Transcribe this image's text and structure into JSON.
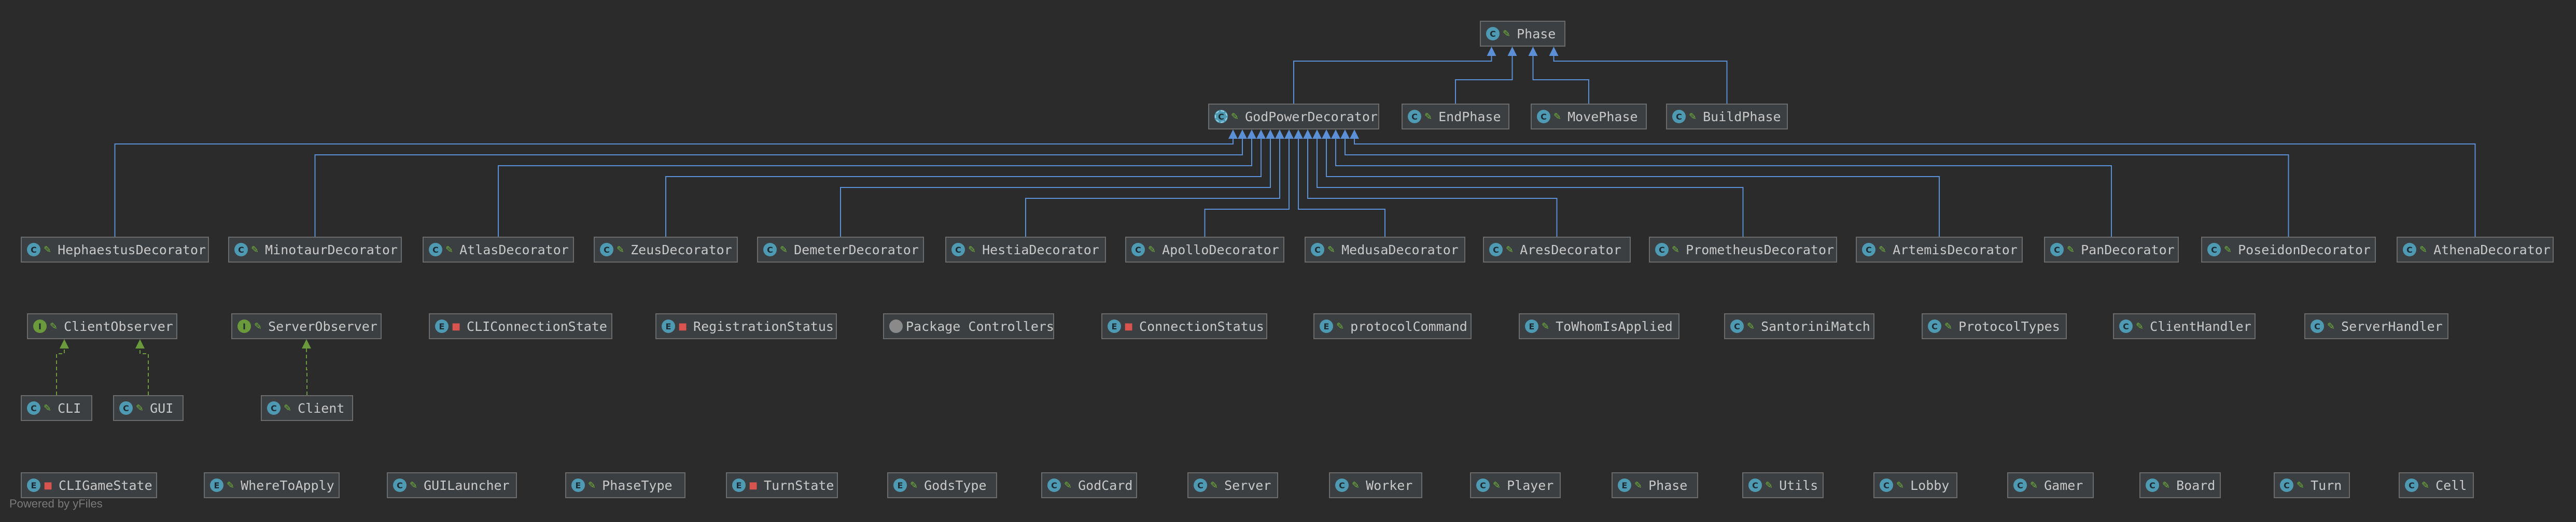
{
  "footer_text": "Powered by yFiles",
  "colors": {
    "inherit_edge": "#5b8fd6",
    "realize_edge": "#6a9a3b"
  },
  "nodes": [
    {
      "id": "Phase_top",
      "label": "Phase",
      "kind": "class",
      "vis": "pub"
    },
    {
      "id": "GodPowerDecorator",
      "label": "GodPowerDecorator",
      "kind": "abstract",
      "vis": "pub"
    },
    {
      "id": "EndPhase",
      "label": "EndPhase",
      "kind": "class",
      "vis": "pub"
    },
    {
      "id": "MovePhase",
      "label": "MovePhase",
      "kind": "class",
      "vis": "pub"
    },
    {
      "id": "BuildPhase",
      "label": "BuildPhase",
      "kind": "class",
      "vis": "pub"
    },
    {
      "id": "HephaestusDecorator",
      "label": "HephaestusDecorator",
      "kind": "class",
      "vis": "pub"
    },
    {
      "id": "MinotaurDecorator",
      "label": "MinotaurDecorator",
      "kind": "class",
      "vis": "pub"
    },
    {
      "id": "AtlasDecorator",
      "label": "AtlasDecorator",
      "kind": "class",
      "vis": "pub"
    },
    {
      "id": "ZeusDecorator",
      "label": "ZeusDecorator",
      "kind": "class",
      "vis": "pub"
    },
    {
      "id": "DemeterDecorator",
      "label": "DemeterDecorator",
      "kind": "class",
      "vis": "pub"
    },
    {
      "id": "HestiaDecorator",
      "label": "HestiaDecorator",
      "kind": "class",
      "vis": "pub"
    },
    {
      "id": "ApolloDecorator",
      "label": "ApolloDecorator",
      "kind": "class",
      "vis": "pub"
    },
    {
      "id": "MedusaDecorator",
      "label": "MedusaDecorator",
      "kind": "class",
      "vis": "pub"
    },
    {
      "id": "AresDecorator",
      "label": "AresDecorator",
      "kind": "class",
      "vis": "pub"
    },
    {
      "id": "PrometheusDecorator",
      "label": "PrometheusDecorator",
      "kind": "class",
      "vis": "pub"
    },
    {
      "id": "ArtemisDecorator",
      "label": "ArtemisDecorator",
      "kind": "class",
      "vis": "pub"
    },
    {
      "id": "PanDecorator",
      "label": "PanDecorator",
      "kind": "class",
      "vis": "pub"
    },
    {
      "id": "PoseidonDecorator",
      "label": "PoseidonDecorator",
      "kind": "class",
      "vis": "pub"
    },
    {
      "id": "AthenaDecorator",
      "label": "AthenaDecorator",
      "kind": "class",
      "vis": "pub"
    },
    {
      "id": "ClientObserver",
      "label": "ClientObserver",
      "kind": "interface",
      "vis": "pub"
    },
    {
      "id": "ServerObserver",
      "label": "ServerObserver",
      "kind": "interface",
      "vis": "pub"
    },
    {
      "id": "CLIConnectionState",
      "label": "CLIConnectionState",
      "kind": "enum",
      "vis": "priv"
    },
    {
      "id": "RegistrationStatus",
      "label": "RegistrationStatus",
      "kind": "enum",
      "vis": "priv"
    },
    {
      "id": "PackageControllers",
      "label": "Package Controllers",
      "kind": "package",
      "vis": "none"
    },
    {
      "id": "ConnectionStatus",
      "label": "ConnectionStatus",
      "kind": "enum",
      "vis": "priv"
    },
    {
      "id": "protocolCommand",
      "label": "protocolCommand",
      "kind": "enum",
      "vis": "pub"
    },
    {
      "id": "ToWhomIsApplied",
      "label": "ToWhomIsApplied",
      "kind": "enum",
      "vis": "pub"
    },
    {
      "id": "SantoriniMatch",
      "label": "SantoriniMatch",
      "kind": "class",
      "vis": "pub"
    },
    {
      "id": "ProtocolTypes",
      "label": "ProtocolTypes",
      "kind": "class",
      "vis": "pub"
    },
    {
      "id": "ClientHandler",
      "label": "ClientHandler",
      "kind": "class",
      "vis": "pub"
    },
    {
      "id": "ServerHandler",
      "label": "ServerHandler",
      "kind": "class",
      "vis": "pub"
    },
    {
      "id": "CLI",
      "label": "CLI",
      "kind": "class",
      "vis": "pub"
    },
    {
      "id": "GUI",
      "label": "GUI",
      "kind": "class",
      "vis": "pub"
    },
    {
      "id": "Client",
      "label": "Client",
      "kind": "class",
      "vis": "pub"
    },
    {
      "id": "CLIGameState",
      "label": "CLIGameState",
      "kind": "enum",
      "vis": "priv"
    },
    {
      "id": "WhereToApply",
      "label": "WhereToApply",
      "kind": "enum",
      "vis": "pub"
    },
    {
      "id": "GUILauncher",
      "label": "GUILauncher",
      "kind": "class",
      "vis": "pub"
    },
    {
      "id": "PhaseType",
      "label": "PhaseType",
      "kind": "enum",
      "vis": "pub"
    },
    {
      "id": "TurnState",
      "label": "TurnState",
      "kind": "enum",
      "vis": "priv"
    },
    {
      "id": "GodsType",
      "label": "GodsType",
      "kind": "enum",
      "vis": "pub"
    },
    {
      "id": "GodCard",
      "label": "GodCard",
      "kind": "class",
      "vis": "pub"
    },
    {
      "id": "Server",
      "label": "Server",
      "kind": "class",
      "vis": "pub"
    },
    {
      "id": "Worker",
      "label": "Worker",
      "kind": "class",
      "vis": "pub"
    },
    {
      "id": "Player",
      "label": "Player",
      "kind": "class",
      "vis": "pub"
    },
    {
      "id": "Phase_bottom",
      "label": "Phase",
      "kind": "enum",
      "vis": "pub"
    },
    {
      "id": "Utils",
      "label": "Utils",
      "kind": "class",
      "vis": "pub"
    },
    {
      "id": "Lobby",
      "label": "Lobby",
      "kind": "class",
      "vis": "pub"
    },
    {
      "id": "Gamer",
      "label": "Gamer",
      "kind": "class",
      "vis": "pub"
    },
    {
      "id": "Board",
      "label": "Board",
      "kind": "class",
      "vis": "pub"
    },
    {
      "id": "Turn",
      "label": "Turn",
      "kind": "class",
      "vis": "pub"
    },
    {
      "id": "Cell",
      "label": "Cell",
      "kind": "class",
      "vis": "pub"
    }
  ],
  "edges": [
    {
      "from": "GodPowerDecorator",
      "to": "Phase_top",
      "type": "inherit"
    },
    {
      "from": "EndPhase",
      "to": "Phase_top",
      "type": "inherit"
    },
    {
      "from": "MovePhase",
      "to": "Phase_top",
      "type": "inherit"
    },
    {
      "from": "BuildPhase",
      "to": "Phase_top",
      "type": "inherit"
    },
    {
      "from": "HephaestusDecorator",
      "to": "GodPowerDecorator",
      "type": "inherit"
    },
    {
      "from": "MinotaurDecorator",
      "to": "GodPowerDecorator",
      "type": "inherit"
    },
    {
      "from": "AtlasDecorator",
      "to": "GodPowerDecorator",
      "type": "inherit"
    },
    {
      "from": "ZeusDecorator",
      "to": "GodPowerDecorator",
      "type": "inherit"
    },
    {
      "from": "DemeterDecorator",
      "to": "GodPowerDecorator",
      "type": "inherit"
    },
    {
      "from": "HestiaDecorator",
      "to": "GodPowerDecorator",
      "type": "inherit"
    },
    {
      "from": "ApolloDecorator",
      "to": "GodPowerDecorator",
      "type": "inherit"
    },
    {
      "from": "MedusaDecorator",
      "to": "GodPowerDecorator",
      "type": "inherit"
    },
    {
      "from": "AresDecorator",
      "to": "GodPowerDecorator",
      "type": "inherit"
    },
    {
      "from": "PrometheusDecorator",
      "to": "GodPowerDecorator",
      "type": "inherit"
    },
    {
      "from": "ArtemisDecorator",
      "to": "GodPowerDecorator",
      "type": "inherit"
    },
    {
      "from": "PanDecorator",
      "to": "GodPowerDecorator",
      "type": "inherit"
    },
    {
      "from": "PoseidonDecorator",
      "to": "GodPowerDecorator",
      "type": "inherit"
    },
    {
      "from": "AthenaDecorator",
      "to": "GodPowerDecorator",
      "type": "inherit"
    },
    {
      "from": "CLI",
      "to": "ClientObserver",
      "type": "realize"
    },
    {
      "from": "GUI",
      "to": "ClientObserver",
      "type": "realize"
    },
    {
      "from": "Client",
      "to": "ServerObserver",
      "type": "realize"
    }
  ]
}
